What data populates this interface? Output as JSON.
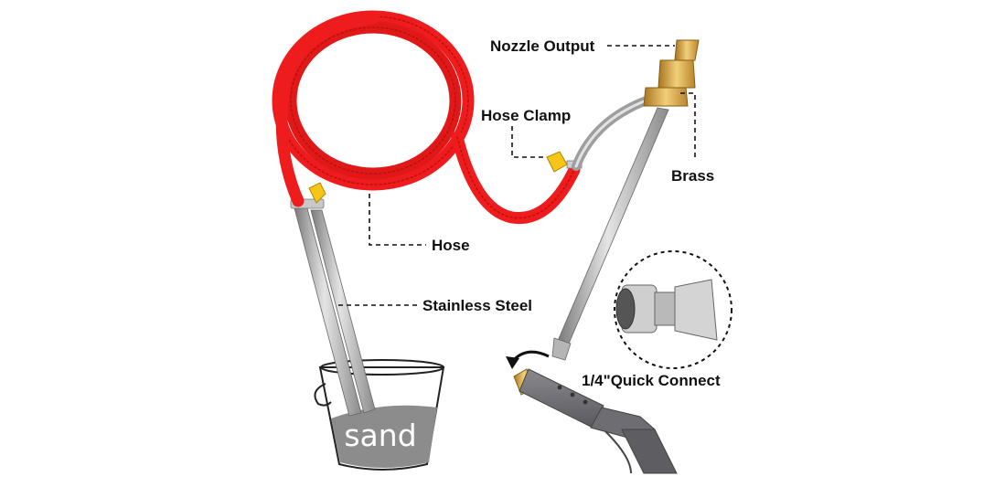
{
  "labels": {
    "nozzle_output": "Nozzle Output",
    "hose_clamp": "Hose Clamp",
    "brass": "Brass",
    "hose": "Hose",
    "stainless_steel": "Stainless Steel",
    "quick_connect": "1/4\"Quick Connect",
    "sand": "sand"
  },
  "colors": {
    "hose": "#ee1c1c",
    "hose_dark": "#b80f0f",
    "brass": "#d9a441",
    "steel": "#a9a9a9",
    "clamp": "#f5c518",
    "gun": "#6e6e72",
    "sand": "#8c8c8c"
  }
}
